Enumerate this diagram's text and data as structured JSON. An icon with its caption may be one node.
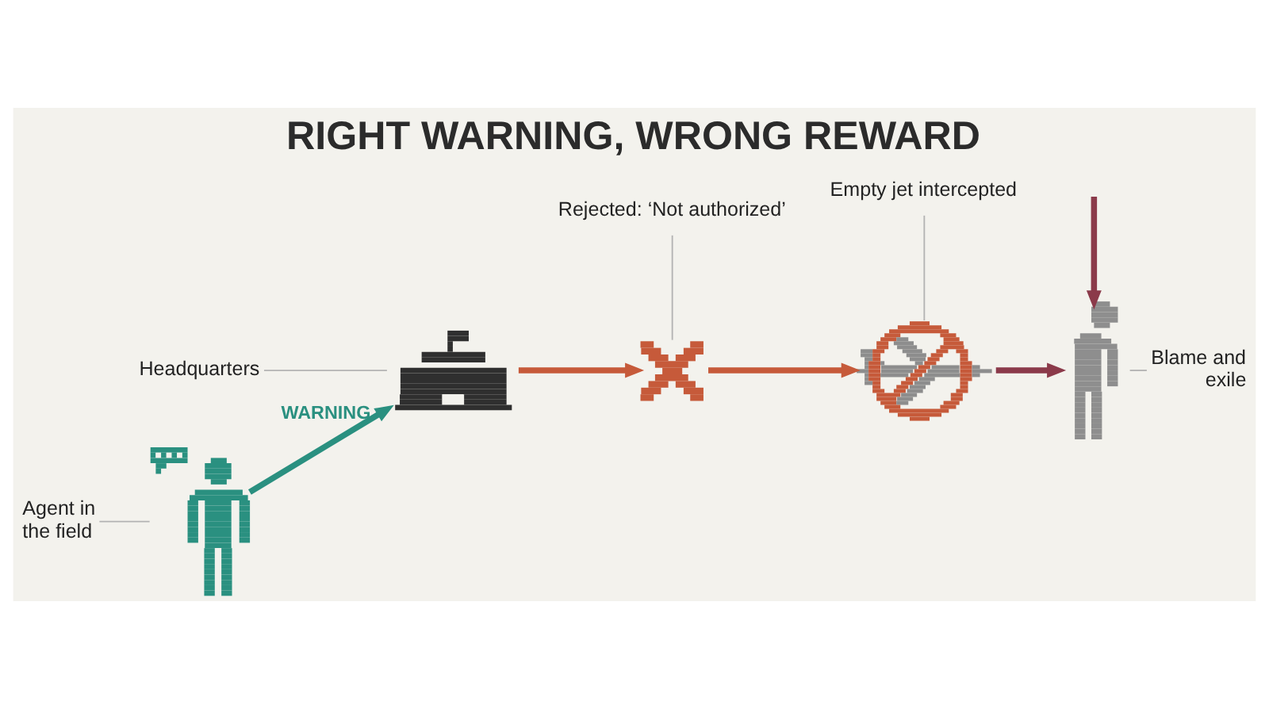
{
  "diagram": {
    "title": "RIGHT WARNING, WRONG REWARD",
    "nodes": [
      {
        "text": [
          "Rejected: ‘Not authorized’"
        ]
      },
      {
        "text": [
          "Headquarters"
        ]
      },
      {
        "text": [],
        "shape": "picture"
      },
      {
        "text": [],
        "shape": "cross"
      },
      {
        "text": [
          "Empty jet intercepted"
        ]
      },
      {
        "text": [],
        "shape": "picture"
      },
      {
        "text": [],
        "shape": "person"
      },
      {
        "text": [
          "Agent in the field"
        ]
      },
      {
        "text": [],
        "shape": "person"
      },
      {
        "text": [
          "Blame and exile"
        ]
      }
    ],
    "edges": [
      {
        "from": 6,
        "to": 2,
        "arrow": "to",
        "label": "WARNING",
        "style": "thick",
        "color": "#2a9080"
      },
      {
        "from": 2,
        "to": 3,
        "arrow": "to",
        "style": "thick",
        "color": "#c65a3a"
      },
      {
        "from": 3,
        "to": 5,
        "arrow": "to",
        "style": "thick",
        "color": "#c65a3a"
      },
      {
        "from": 5,
        "to": 8,
        "arrow": "to",
        "style": "thick",
        "color": "#8b3a4a"
      },
      {
        "from": null,
        "to": 8,
        "arrow": "to",
        "style": "thick",
        "color": "#8b3a4a"
      },
      {
        "from": 0,
        "to": 3,
        "arrow": "none"
      },
      {
        "from": 1,
        "to": 2,
        "arrow": "none"
      },
      {
        "from": 4,
        "to": 5,
        "arrow": "none"
      },
      {
        "from": 7,
        "to": 6,
        "arrow": "none"
      },
      {
        "from": 9,
        "to": 8,
        "arrow": "none"
      }
    ]
  }
}
